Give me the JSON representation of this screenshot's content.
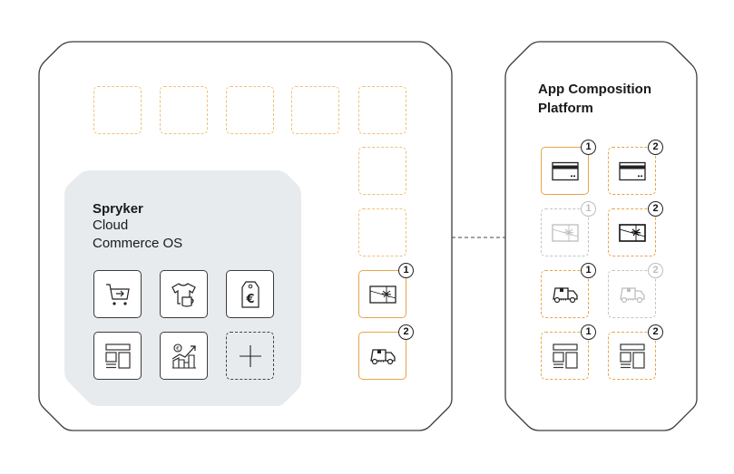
{
  "diagram": {
    "left_panel": {
      "core_box": {
        "brand": "Spryker",
        "line2": "Cloud",
        "line3": "Commerce OS",
        "apps": [
          {
            "icon": "cart-icon"
          },
          {
            "icon": "apparel-icon"
          },
          {
            "icon": "price-tag-icon"
          },
          {
            "icon": "layout-icon"
          },
          {
            "icon": "analytics-icon"
          },
          {
            "icon": "add-icon"
          }
        ]
      },
      "empty_slots_count": 7,
      "installed_apps": [
        {
          "icon": "gift-card-icon",
          "badge": "1"
        },
        {
          "icon": "delivery-truck-icon",
          "badge": "2"
        }
      ]
    },
    "right_panel": {
      "title_line1": "App Composition",
      "title_line2": "Platform",
      "apps": [
        {
          "icon": "credit-card-icon",
          "badge": "1",
          "state": "selected"
        },
        {
          "icon": "credit-card-icon",
          "badge": "2",
          "state": "available"
        },
        {
          "icon": "gift-card-icon",
          "badge": "1",
          "state": "disabled"
        },
        {
          "icon": "gift-card-icon",
          "badge": "2",
          "state": "available"
        },
        {
          "icon": "delivery-truck-icon",
          "badge": "1",
          "state": "available"
        },
        {
          "icon": "delivery-truck-icon",
          "badge": "2",
          "state": "disabled"
        },
        {
          "icon": "layout-icon",
          "badge": "1",
          "state": "available"
        },
        {
          "icon": "layout-icon",
          "badge": "2",
          "state": "available"
        }
      ]
    },
    "colors": {
      "accent_orange": "#e5a64a",
      "outline": "#3c3c3c",
      "core_bg": "#e8ebee"
    }
  }
}
